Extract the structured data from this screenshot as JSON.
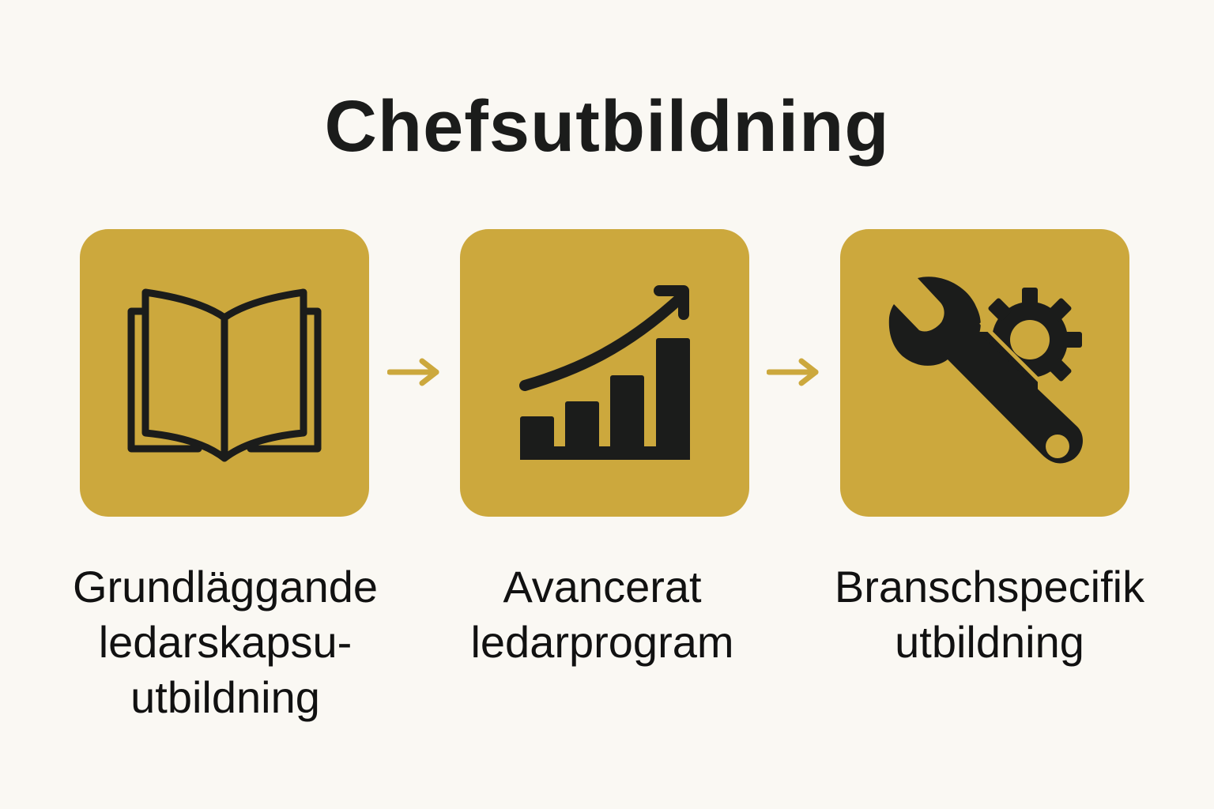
{
  "title": "Chefsutbildning",
  "colors": {
    "background": "#faf8f3",
    "tile": "#cca83d",
    "icon": "#1b1c1b",
    "arrow": "#cca83d",
    "text": "#1b1c1b"
  },
  "steps": [
    {
      "icon": "open-book-icon",
      "label_lines": [
        "Grundläggande",
        "ledarskapsu-",
        "utbildning"
      ]
    },
    {
      "icon": "growth-chart-icon",
      "label_lines": [
        "Avancerat",
        "ledarprogram"
      ]
    },
    {
      "icon": "wrench-gear-icon",
      "label_lines": [
        "Branschspecifik",
        "utbildning"
      ]
    }
  ],
  "connectors": [
    "arrow-right-icon",
    "arrow-right-icon"
  ]
}
